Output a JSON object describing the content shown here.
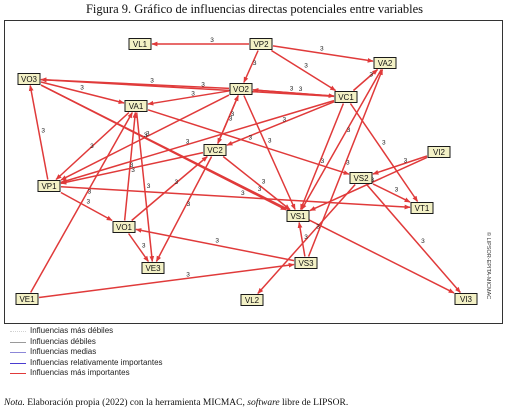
{
  "caption": "Figura 9. Gráfico de influencias directas potenciales entre variables",
  "side_label": "© LIPSOR-EPITA-MICMAC",
  "colors": {
    "edge": "#e03a3a",
    "node_fill": "#f3f1c6",
    "node_stroke": "#1a1a1a"
  },
  "nodes": [
    {
      "id": "VL1",
      "label": "VL1"
    },
    {
      "id": "VP2",
      "label": "VP2"
    },
    {
      "id": "VA2",
      "label": "VA2"
    },
    {
      "id": "VO3",
      "label": "VO3"
    },
    {
      "id": "VO2",
      "label": "VO2"
    },
    {
      "id": "VC1",
      "label": "VC1"
    },
    {
      "id": "VA1",
      "label": "VA1"
    },
    {
      "id": "VC2",
      "label": "VC2"
    },
    {
      "id": "VI2",
      "label": "VI2"
    },
    {
      "id": "VS2",
      "label": "VS2"
    },
    {
      "id": "VP1",
      "label": "VP1"
    },
    {
      "id": "VT1",
      "label": "VT1"
    },
    {
      "id": "VS1",
      "label": "VS1"
    },
    {
      "id": "VO1",
      "label": "VO1"
    },
    {
      "id": "VE3",
      "label": "VE3"
    },
    {
      "id": "VS3",
      "label": "VS3"
    },
    {
      "id": "VE1",
      "label": "VE1"
    },
    {
      "id": "VL2",
      "label": "VL2"
    },
    {
      "id": "VI3",
      "label": "VI3"
    }
  ],
  "edges": [
    {
      "from": "VP2",
      "to": "VL1",
      "label": "3"
    },
    {
      "from": "VP2",
      "to": "VA2",
      "label": "3"
    },
    {
      "from": "VP2",
      "to": "VC1",
      "label": "3"
    },
    {
      "from": "VP2",
      "to": "VO2",
      "label": "3"
    },
    {
      "from": "VO2",
      "to": "VC1",
      "label": "3"
    },
    {
      "from": "VC1",
      "to": "VO2",
      "label": "3"
    },
    {
      "from": "VO2",
      "to": "VO3",
      "label": "3"
    },
    {
      "from": "VC1",
      "to": "VO3",
      "label": "3"
    },
    {
      "from": "VO2",
      "to": "VA1",
      "label": "3"
    },
    {
      "from": "VO2",
      "to": "VP1",
      "label": "3"
    },
    {
      "from": "VC1",
      "to": "VP1",
      "label": "3"
    },
    {
      "from": "VC1",
      "to": "VA2",
      "label": "3"
    },
    {
      "from": "VC2",
      "to": "VO2",
      "label": "3"
    },
    {
      "from": "VO2",
      "to": "VC2",
      "label": "3"
    },
    {
      "from": "VC1",
      "to": "VC2",
      "label": "3"
    },
    {
      "from": "VC2",
      "to": "VP1",
      "label": "3"
    },
    {
      "from": "VA1",
      "to": "VP1",
      "label": "3"
    },
    {
      "from": "VO3",
      "to": "VS1",
      "label": "3"
    },
    {
      "from": "VO3",
      "to": "VA1",
      "label": "3"
    },
    {
      "from": "VP1",
      "to": "VO3",
      "label": "3"
    },
    {
      "from": "VP1",
      "to": "VT1",
      "label": "3"
    },
    {
      "from": "VO1",
      "to": "VC2",
      "label": "3"
    },
    {
      "from": "VO1",
      "to": "VE3",
      "label": "3"
    },
    {
      "from": "VO1",
      "to": "VA1",
      "label": "3"
    },
    {
      "from": "VP1",
      "to": "VO1",
      "label": "3"
    },
    {
      "from": "VC2",
      "to": "VE3",
      "label": "3"
    },
    {
      "from": "VA1",
      "to": "VE3",
      "label": "3"
    },
    {
      "from": "VC2",
      "to": "VS1",
      "label": "3"
    },
    {
      "from": "VC1",
      "to": "VS1",
      "label": "3"
    },
    {
      "from": "VC1",
      "to": "VT1",
      "label": "3"
    },
    {
      "from": "VI2",
      "to": "VS2",
      "label": "3"
    },
    {
      "from": "VI2",
      "to": "VS1",
      "label": "3"
    },
    {
      "from": "VS2",
      "to": "VT1",
      "label": "3"
    },
    {
      "from": "VS2",
      "to": "VI3",
      "label": "3"
    },
    {
      "from": "VS2",
      "to": "VL2",
      "label": "3"
    },
    {
      "from": "VS3",
      "to": "VS1",
      "label": "3"
    },
    {
      "from": "VS3",
      "to": "VA2",
      "label": "3"
    },
    {
      "from": "VS3",
      "to": "VO1",
      "label": "3"
    },
    {
      "from": "VE1",
      "to": "VA1",
      "label": "3"
    },
    {
      "from": "VE1",
      "to": "VS3",
      "label": "3"
    },
    {
      "from": "VO2",
      "to": "VS1",
      "label": "3"
    },
    {
      "from": "VA2",
      "to": "VS1",
      "label": "3"
    },
    {
      "from": "VA1",
      "to": "VS2",
      "label": "3"
    },
    {
      "from": "VO3",
      "to": "VI3",
      "label": "3"
    }
  ],
  "legend": [
    {
      "label": "Influencias más débiles",
      "color": "#d2d2d2",
      "width": 1,
      "dash": "1,2"
    },
    {
      "label": "Influencias débiles",
      "color": "#9a9a9a",
      "width": 1,
      "dash": ""
    },
    {
      "label": "Influencias medias",
      "color": "#8c87d8",
      "width": 1,
      "dash": ""
    },
    {
      "label": "Influencias relativamente importantes",
      "color": "#4a3cd0",
      "width": 1.8,
      "dash": ""
    },
    {
      "label": "Influencias más importantes",
      "color": "#e03a3a",
      "width": 1.8,
      "dash": ""
    }
  ],
  "note": {
    "label": "Nota.",
    "text_before": " Elaboración propia (2022) con la herramienta MICMAC, ",
    "italic": "software",
    "text_after": " libre de LIPSOR."
  }
}
